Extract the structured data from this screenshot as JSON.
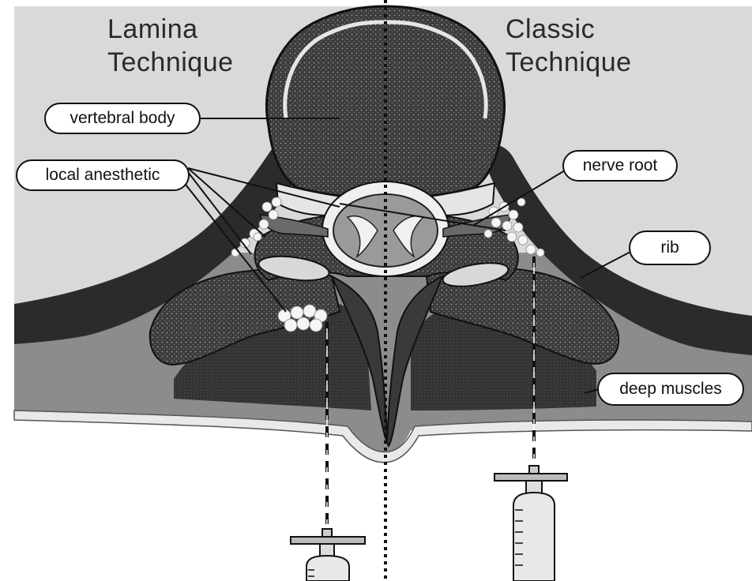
{
  "titles": {
    "left": [
      "Lamina",
      "Technique"
    ],
    "right": [
      "Classic",
      "Technique"
    ]
  },
  "labels": {
    "vertebral_body": "vertebral body",
    "local_anesthetic": "local anesthetic",
    "nerve_root": "nerve root",
    "rib": "rib",
    "deep_muscles": "deep muscles"
  },
  "colors": {
    "background": "#d9d9d9",
    "tissue": "#8c8c8c",
    "rib": "#2b2b2b",
    "muscle": "#3a3a3a",
    "bone": "#4a4a4a",
    "anesthetic": "#f2f2f2"
  }
}
